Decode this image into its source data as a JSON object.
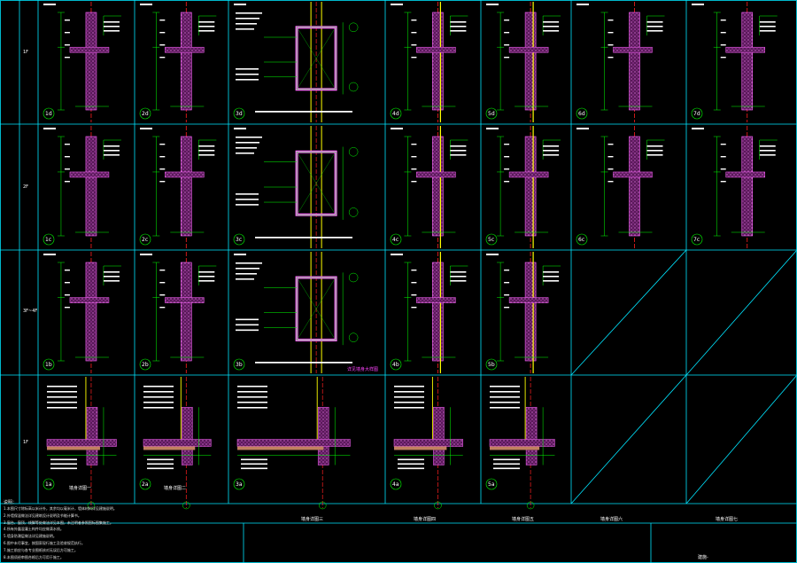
{
  "sheet": {
    "row_labels": [
      "1F",
      "2F",
      "3F~4F",
      "1F"
    ],
    "detail_ids": [
      [
        "1d",
        "2d",
        "3d",
        "4d",
        "5d",
        "6d",
        "7d"
      ],
      [
        "1c",
        "2c",
        "3c",
        "4c",
        "5c",
        "6c",
        "7c"
      ],
      [
        "1b",
        "2b",
        "3b",
        "4b",
        "5b"
      ],
      [
        "1a",
        "2a",
        "3a",
        "4a",
        "5a"
      ]
    ],
    "bottom_captions": [
      "墙身详图一",
      "墙身详图二",
      "墙身详图三",
      "墙身详图四",
      "墙身详图五",
      "墙身详图六",
      "墙身详图七"
    ],
    "magenta_note": "详见墙身大样图",
    "notes_title": "说明：",
    "notes": [
      "1.本图尺寸除标高以米计外，其余均以毫米计，墙体材料详见建施说明。",
      "2.外墙保温做法详见建筑设计说明及节能计算书。",
      "3.窗台、窗顶、线脚等处做法详见本图，未注明者参照国标图集施工。",
      "4.所有外露混凝土构件均应做滴水线。",
      "5.墙身防潮层做法详见建施说明。",
      "6.图中未尽事宜，按国家现行施工及验收规范执行。",
      "7.施工前应与各专业图纸核对无误后方可施工。",
      "8.本图须经审图合格后方可用于施工。"
    ],
    "sheet_number": "建施-"
  },
  "colors": {
    "grid": "#00e5ff",
    "wall": "#ff66ff",
    "dim": "#00ff00",
    "axis": "#ff2020",
    "text": "#ffffff",
    "pipe": "#ffff00"
  }
}
